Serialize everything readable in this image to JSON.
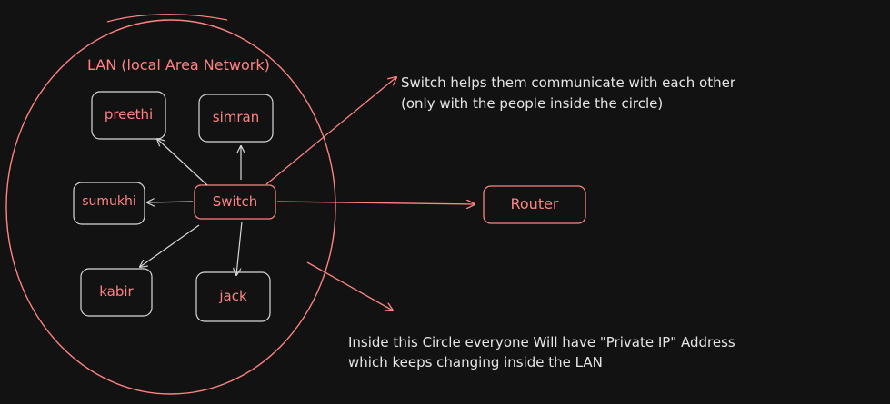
{
  "diagram": {
    "lan_title": "LAN (local Area Network)",
    "nodes": {
      "preethi": "preethi",
      "simran": "simran",
      "sumukhi": "sumukhi",
      "switch": "Switch",
      "kabir": "kabir",
      "jack": "jack",
      "router": "Router"
    },
    "switch_note": {
      "line1": "Switch helps them communicate with each other",
      "line2": "(only with the people inside the circle)"
    },
    "ip_note": {
      "line1": "Inside this Circle  everyone Will have  \"Private IP\" Address",
      "line2": "which keeps changing inside the LAN"
    },
    "colors": {
      "background": "#121212",
      "accent": "#ff8383",
      "line_white": "#d9d9d9",
      "text_white": "#e6e6e6"
    }
  }
}
